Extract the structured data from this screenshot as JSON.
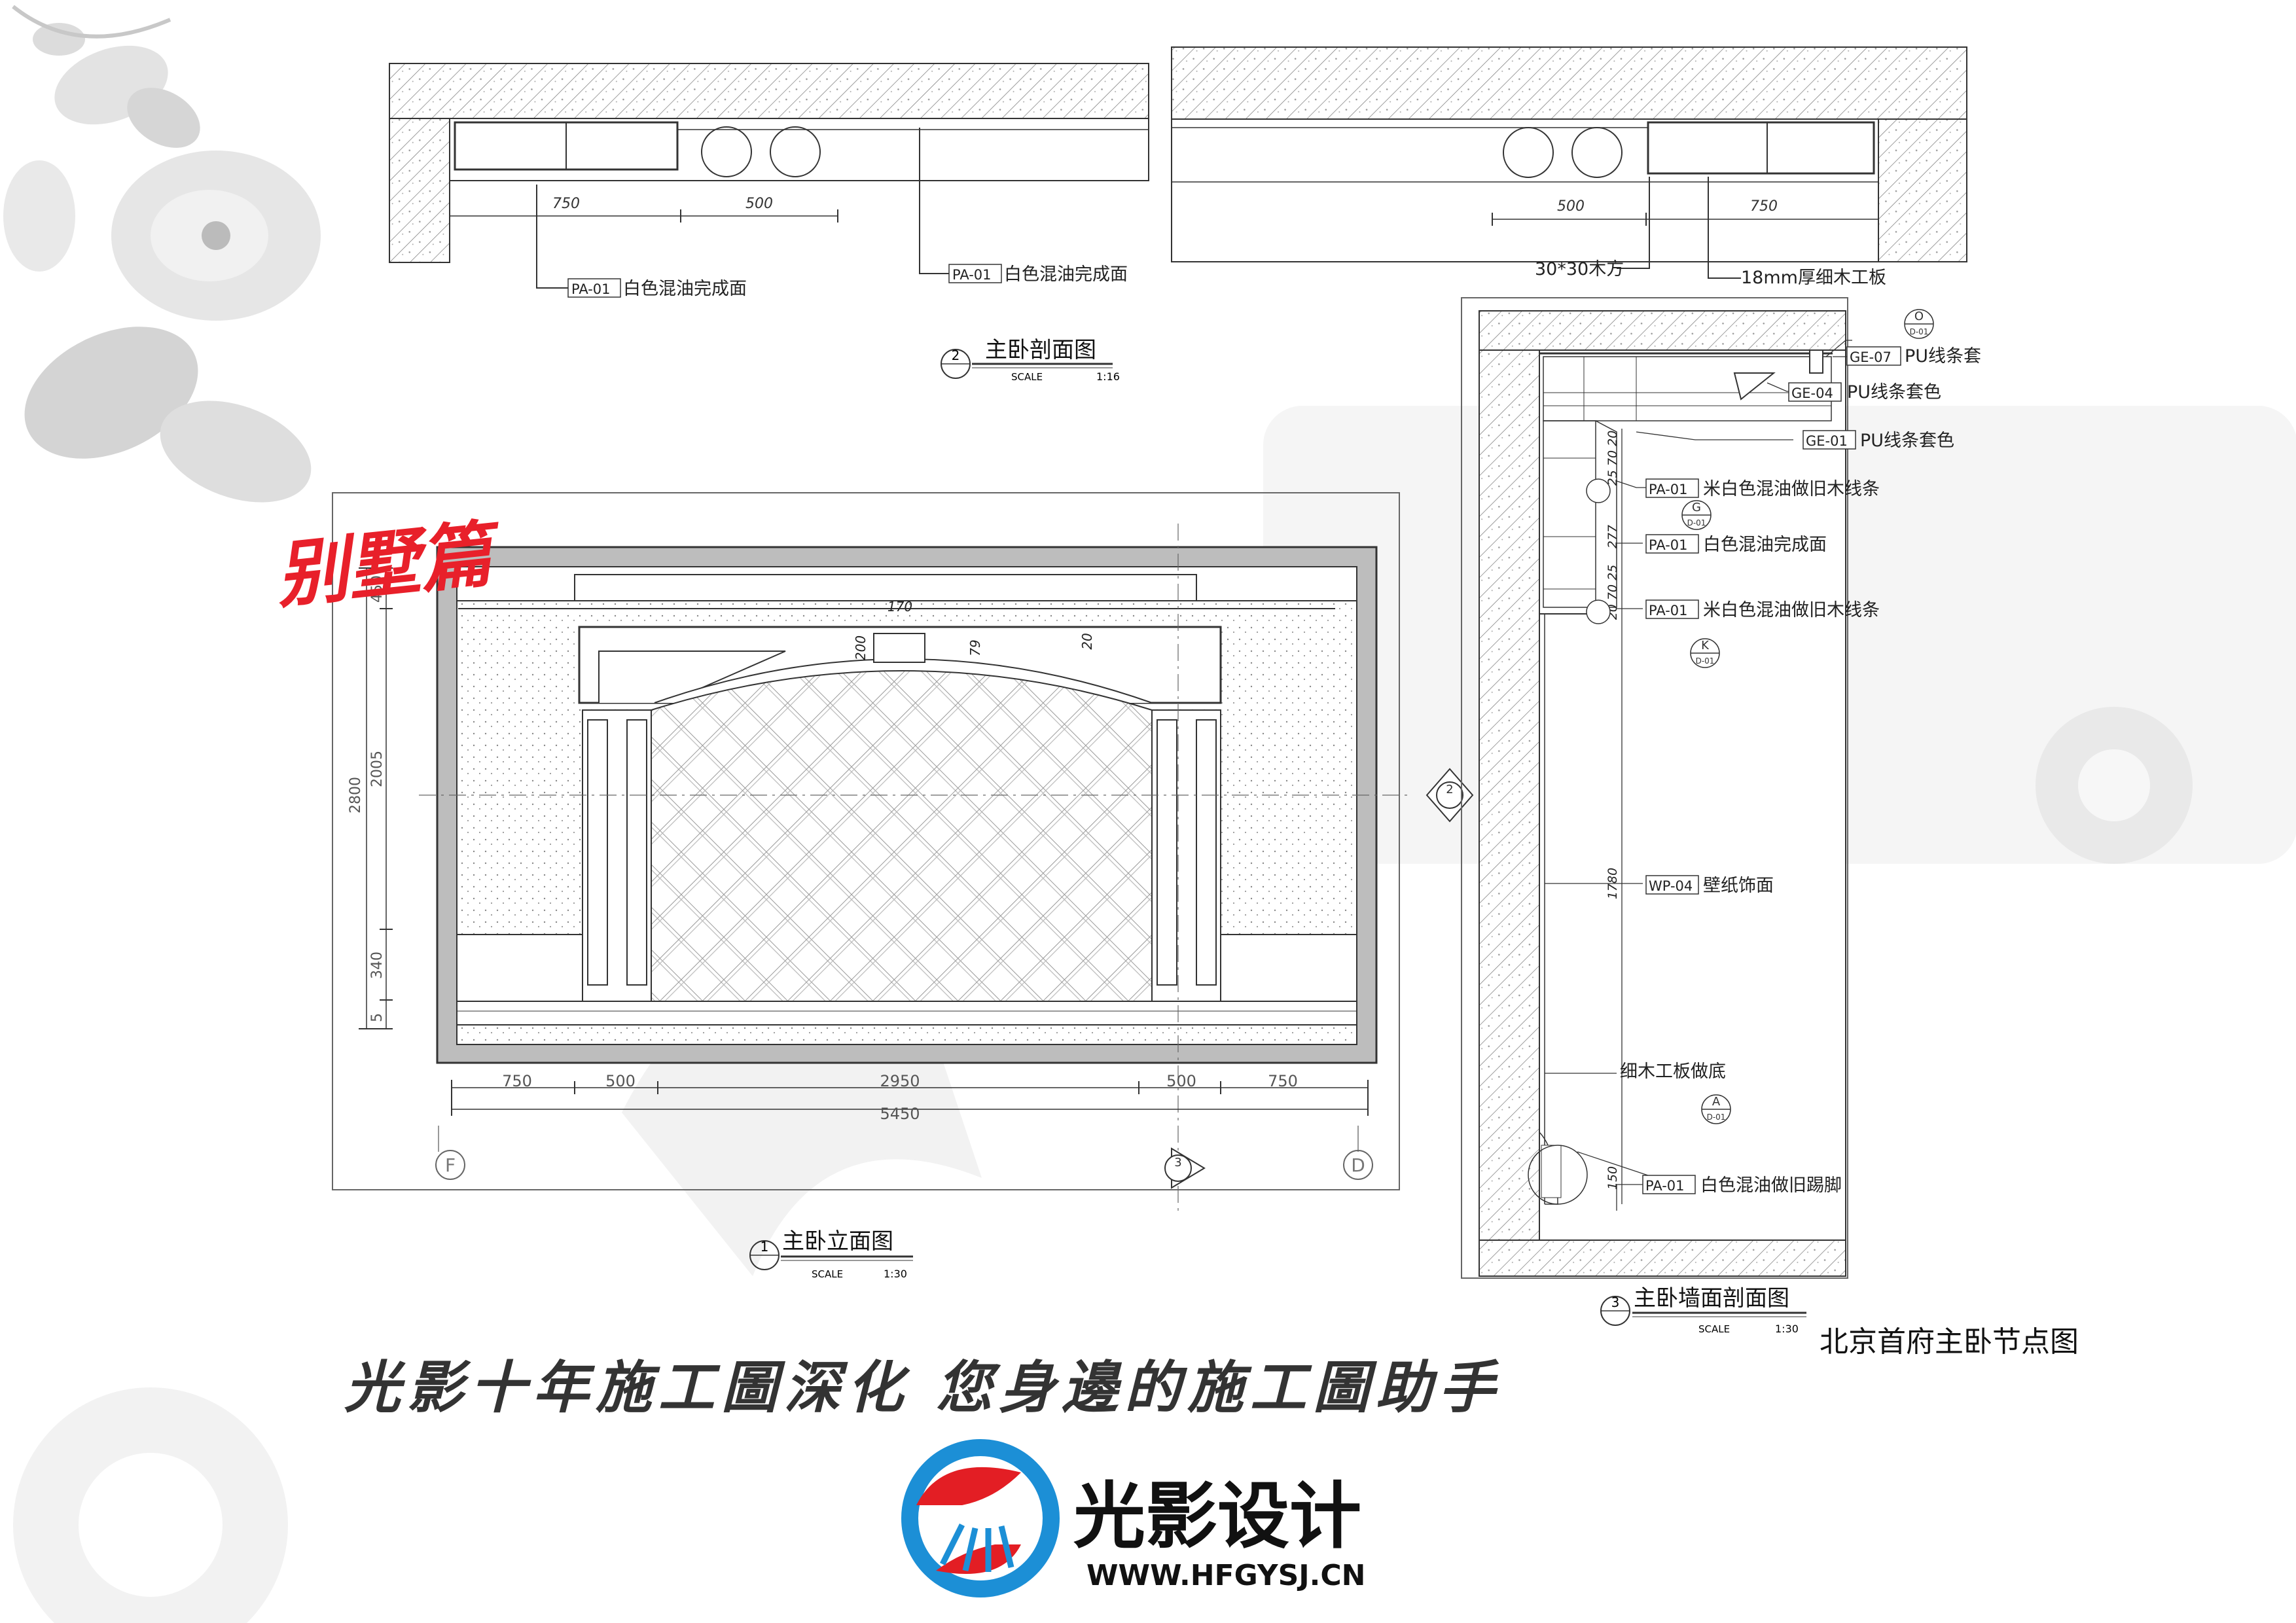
{
  "section_top": {
    "title": "主卧剖面图",
    "num": "2",
    "scale_label": "SCALE",
    "scale": "1:16",
    "left_dims": [
      "750",
      "500"
    ],
    "right_dims": [
      "500",
      "750"
    ],
    "left_note1": "PA-01",
    "left_note1_text": "白色混油完成面",
    "left_note2": "PA-01",
    "left_note2_text": "白色混油完成面",
    "right_note1": "30*30木方",
    "right_note2": "18mm厚细木工板"
  },
  "elevation": {
    "title": "主卧立面图",
    "num": "1",
    "scale_label": "SCALE",
    "scale": "1:30",
    "bottom_dims": [
      "750",
      "500",
      "2950",
      "500",
      "750"
    ],
    "total": "5450",
    "left_dims": [
      "450",
      "2005",
      "2800",
      "340",
      "5"
    ],
    "top_dims": [
      "170",
      "200",
      "79",
      "20"
    ],
    "axis_left": "F",
    "axis_right": "D",
    "marker_bottom": "3",
    "marker_side": "2"
  },
  "wall_section": {
    "title": "主卧墙面剖面图",
    "num": "3",
    "scale_label": "SCALE",
    "scale": "1:30",
    "labels": [
      {
        "code": "GE-07",
        "text": "PU线条套"
      },
      {
        "code": "GE-04",
        "text": "PU线条套色"
      },
      {
        "code": "GE-01",
        "text": "PU线条套色"
      },
      {
        "code": "PA-01",
        "text": "米白色混油做旧木线条"
      },
      {
        "code": "PA-01",
        "text": "白色混油完成面"
      },
      {
        "code": "PA-01",
        "text": "米白色混油做旧木线条"
      },
      {
        "code": "WP-04",
        "text": "壁纸饰面"
      },
      {
        "code": "",
        "text": "细木工板做底"
      },
      {
        "code": "PA-01",
        "text": "白色混油做旧踢脚"
      }
    ],
    "callouts": [
      "O",
      "G",
      "K",
      "A"
    ],
    "callout_sub": "D-01",
    "dims": [
      "25 70 20",
      "277",
      "20 70 25",
      "1780",
      "150"
    ]
  },
  "overlay_tag": "别墅篇",
  "project_title": "北京首府主卧节点图",
  "slogan": "光影十年施工圖深化  您身邊的施工圖助手",
  "brand": {
    "name": "光影设计",
    "url": "WWW.HFGYSJ.CN"
  },
  "colors": {
    "line": "#333333",
    "tag_red": "#e8202a",
    "logo_blue": "#1c8fd6",
    "logo_red": "#e31e24",
    "watermark": "#eeeeee"
  }
}
